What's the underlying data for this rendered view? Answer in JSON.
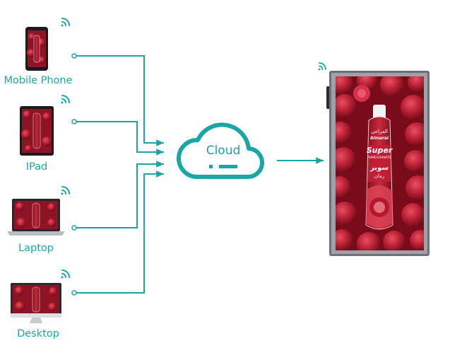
{
  "devices": [
    {
      "label": "Mobile Phone",
      "icon": "smartphone-icon"
    },
    {
      "label": "IPad",
      "icon": "tablet-icon"
    },
    {
      "label": "Laptop",
      "icon": "laptop-icon"
    },
    {
      "label": "Desktop",
      "icon": "desktop-monitor-icon"
    }
  ],
  "hub": {
    "label": "Cloud",
    "icon": "cloud-icon"
  },
  "display": {
    "icon": "digital-signage-display-icon",
    "bottle_text": [
      "المراعي",
      "Almarai",
      "Super",
      "POMEGRANATE",
      "سوبر",
      "رمان"
    ]
  },
  "colors": {
    "accent": "#1aa6a6",
    "pomegranate": "#a3182c"
  }
}
